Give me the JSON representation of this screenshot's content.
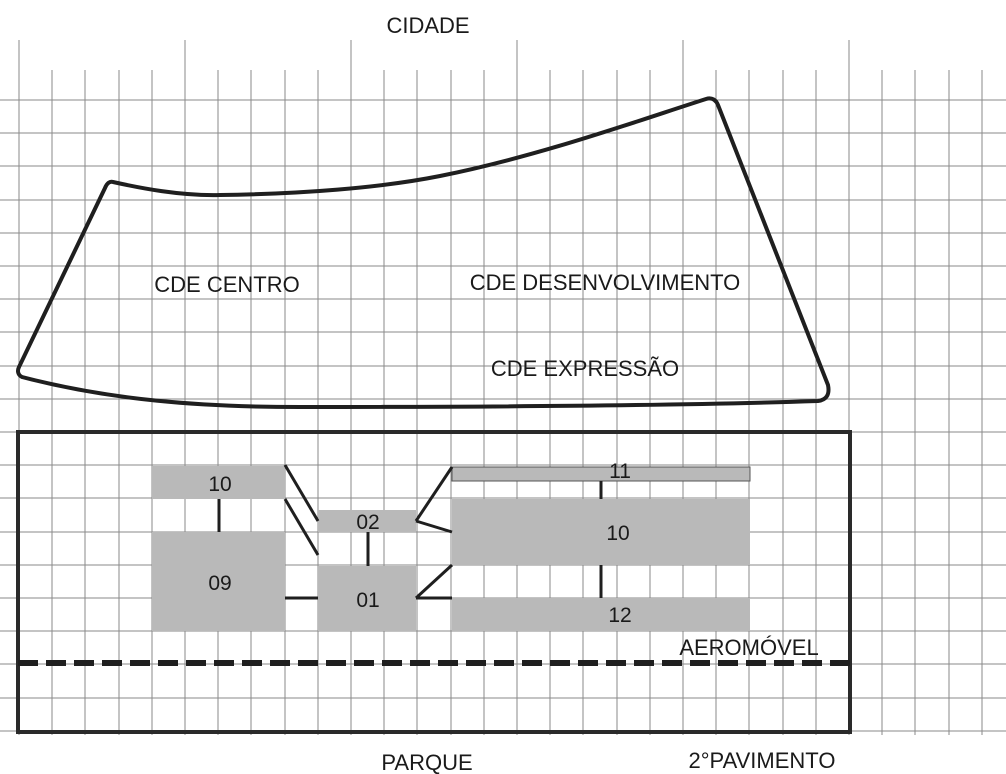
{
  "labels": {
    "top": "CIDADE",
    "bottom": "PARQUE",
    "floor": "2°PAVIMENTO",
    "zone_centro": "CDE CENTRO",
    "zone_desenvolvimento": "CDE DESENVOLVIMENTO",
    "zone_expressao": "CDE EXPRESSÃO",
    "aeromovel": "AEROMÓVEL"
  },
  "blocks": {
    "b10_left": "10",
    "b09": "09",
    "b02": "02",
    "b01": "01",
    "b11": "11",
    "b10_right": "10",
    "b12": "12"
  },
  "colors": {
    "block_fill": "#b9b9b9",
    "line": "#1f1f1f",
    "grid": "#8a8a8a"
  }
}
